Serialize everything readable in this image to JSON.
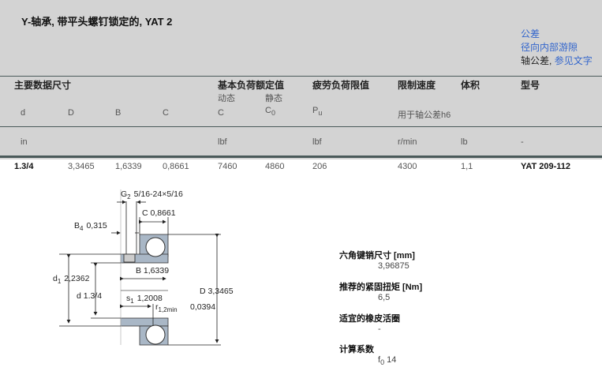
{
  "title": "Y-轴承, 带平头螺钉锁定的, YAT 2",
  "links": {
    "tolerance": "公差",
    "clearance": "径向内部游隙",
    "shaft_tol": "轴公差,",
    "see_text": "参见文字"
  },
  "headers": {
    "main_dims": "主要数据尺寸",
    "load_ratings": "基本负荷额定值",
    "dynamic": "动态",
    "static": "静态",
    "fatigue": "疲劳负荷限值",
    "speed": "限制速度",
    "mass": "体积",
    "designation": "型号"
  },
  "symbols": {
    "d": "d",
    "D": "D",
    "B": "B",
    "C": "C",
    "Cdyn": "C",
    "C0": "C",
    "C0_sub": "0",
    "Pu": "P",
    "Pu_sub": "u",
    "speed_note": "用于轴公差h6"
  },
  "units": {
    "dims": "in",
    "c": "lbf",
    "pu": "lbf",
    "speed": "r/min",
    "mass": "lb",
    "designation": "-"
  },
  "row": {
    "d": "1.3/4",
    "D": "3,3465",
    "B": "1,6339",
    "C": "0,8661",
    "Cdyn": "7460",
    "C0": "4860",
    "Pu": "206",
    "speed": "4300",
    "mass": "1,1",
    "designation": "YAT 209-112"
  },
  "drawing": {
    "G2": "G",
    "G2_sub": "2",
    "G2_val": "5/16-24×5/16",
    "C": "C  0,8661",
    "B4": "B",
    "B4_sub": "4",
    "B4_val": "0,315",
    "d1": "d",
    "d1_sub": "1",
    "d1_val": "2,2362",
    "d": "d  1.3/4",
    "B": "B  1,6339",
    "s1": "s",
    "s1_sub": "1",
    "s1_val": "1,2008",
    "r": "r",
    "r_sub": "1,2min",
    "r_val": "0,0394",
    "D": "D  3,3465"
  },
  "specs": [
    {
      "label": "六角键销尺寸 [mm]",
      "value": "3,96875"
    },
    {
      "label": "推荐的紧固扭矩 [Nm]",
      "value": "6,5"
    },
    {
      "label": "适宜的橡皮活圈",
      "value": "-"
    },
    {
      "label": "计算系数",
      "value": "f",
      "sub": "0",
      "value2": "14"
    }
  ]
}
